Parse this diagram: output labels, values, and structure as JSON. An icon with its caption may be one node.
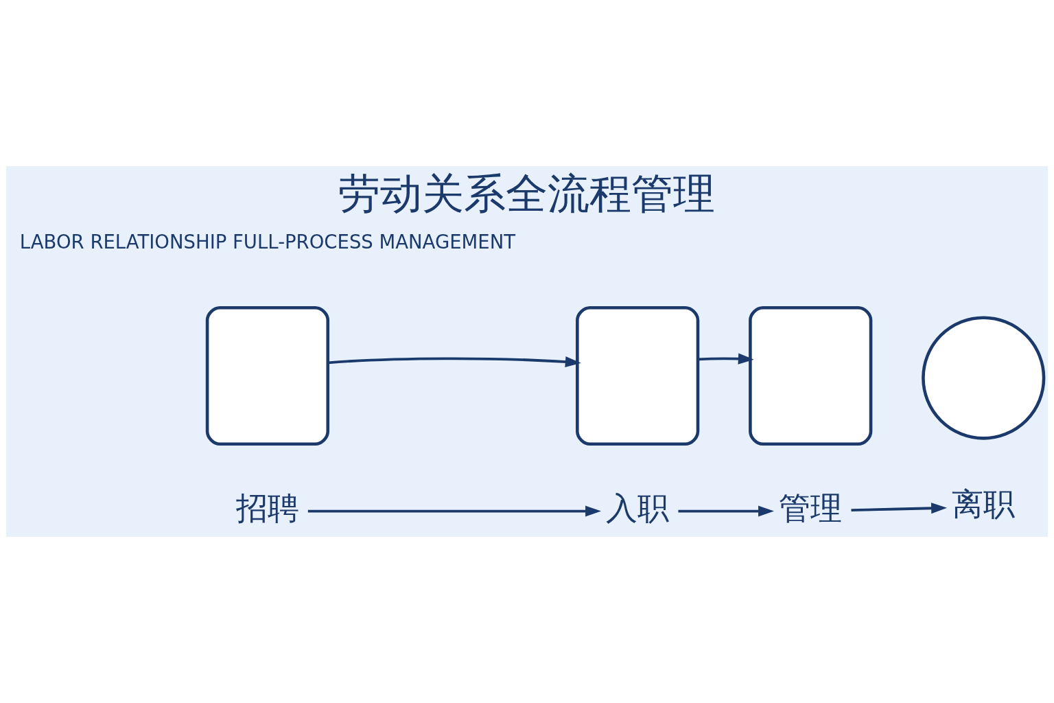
{
  "diagram": {
    "title": "劳动关系全流程管理",
    "nodes": [
      {
        "text": [],
        "shape": "box"
      },
      {
        "text": [],
        "shape": "box"
      },
      {
        "text": [],
        "shape": "box"
      },
      {
        "text": [],
        "shape": "circle"
      },
      {
        "text": [
          "招聘"
        ]
      },
      {
        "text": [
          "入职"
        ]
      },
      {
        "text": [
          "管理"
        ]
      },
      {
        "text": [
          "离职"
        ]
      }
    ],
    "edges": [
      {
        "from": 0,
        "to": 1,
        "arrow": "to"
      },
      {
        "from": 1,
        "to": 2,
        "arrow": "to"
      },
      {
        "from": 4,
        "to": 5,
        "arrow": "to"
      },
      {
        "from": 5,
        "to": 6,
        "arrow": "to"
      },
      {
        "from": 6,
        "to": 7,
        "arrow": "to"
      }
    ],
    "labels": [
      "LABOR RELATIONSHIP FULL-PROCESS MANAGEMENT"
    ]
  }
}
